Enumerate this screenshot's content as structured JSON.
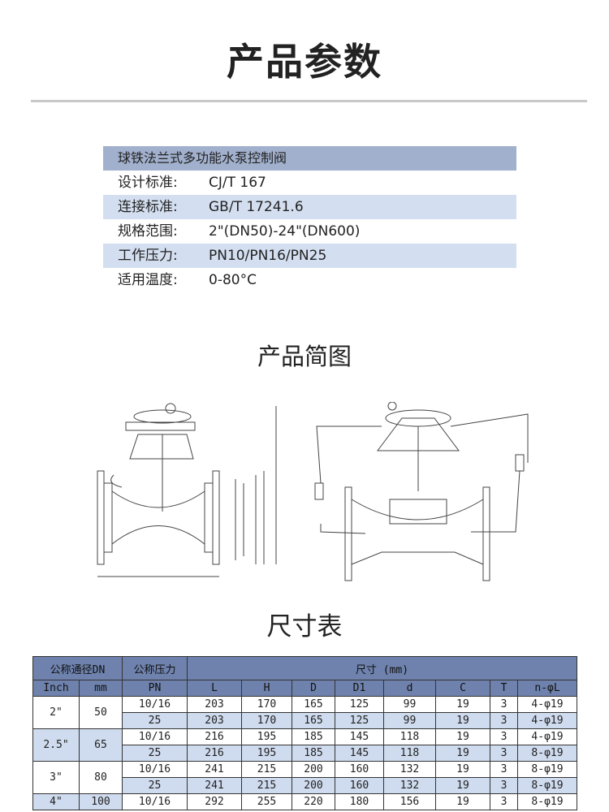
{
  "headings": {
    "params": "产品参数",
    "diagram": "产品简图",
    "dimensions": "尺寸表"
  },
  "spec": {
    "title": "球铁法兰式多功能水泵控制阀",
    "rows": [
      {
        "label": "设计标准:",
        "value": "CJ/T 167"
      },
      {
        "label": "连接标准:",
        "value": "GB/T 17241.6"
      },
      {
        "label": "规格范围:",
        "value": "2\"(DN50)-24\"(DN600)"
      },
      {
        "label": "工作压力:",
        "value": "PN10/PN16/PN25"
      },
      {
        "label": "适用温度:",
        "value": "0-80°C"
      }
    ]
  },
  "table": {
    "h_dn": "公称通径DN",
    "h_pn": "公称压力",
    "h_pn2": "PN",
    "h_size": "尺寸  (mm)",
    "h_inch": "Inch",
    "h_mm": "mm",
    "cols": [
      "L",
      "H",
      "D",
      "D1",
      "d",
      "C",
      "T",
      "n-φL"
    ],
    "groups": [
      {
        "inch": "2\"",
        "mm": "50",
        "rows": [
          [
            "10/16",
            "203",
            "170",
            "165",
            "125",
            "99",
            "19",
            "3",
            "4-φ19"
          ],
          [
            "25",
            "203",
            "170",
            "165",
            "125",
            "99",
            "19",
            "3",
            "4-φ19"
          ]
        ]
      },
      {
        "inch": "2.5\"",
        "mm": "65",
        "rows": [
          [
            "10/16",
            "216",
            "195",
            "185",
            "145",
            "118",
            "19",
            "3",
            "4-φ19"
          ],
          [
            "25",
            "216",
            "195",
            "185",
            "145",
            "118",
            "19",
            "3",
            "8-φ19"
          ]
        ]
      },
      {
        "inch": "3\"",
        "mm": "80",
        "rows": [
          [
            "10/16",
            "241",
            "215",
            "200",
            "160",
            "132",
            "19",
            "3",
            "8-φ19"
          ],
          [
            "25",
            "241",
            "215",
            "200",
            "160",
            "132",
            "19",
            "3",
            "8-φ19"
          ]
        ]
      },
      {
        "inch": "4\"",
        "mm": "100",
        "rows": [
          [
            "10/16",
            "292",
            "255",
            "220",
            "180",
            "156",
            "19",
            "3",
            "8-φ19"
          ]
        ]
      }
    ]
  },
  "colors": {
    "header": "#6e82ad",
    "alt_row": "#cfdbee",
    "spec_header": "#a1b0cd"
  }
}
